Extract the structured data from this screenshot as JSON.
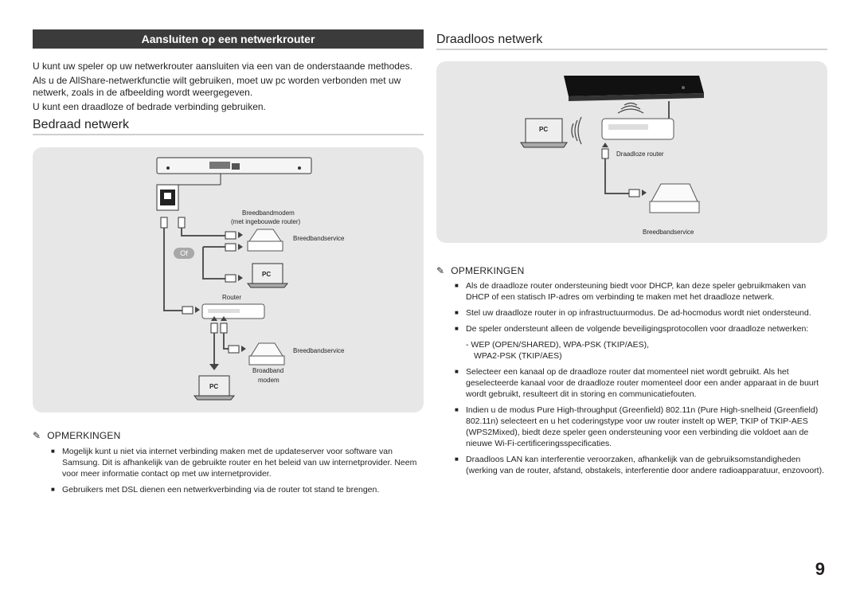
{
  "left": {
    "section_title": "Aansluiten op een netwerkrouter",
    "intro": [
      "U kunt uw speler op uw netwerkrouter aansluiten via een van de onderstaande methodes.",
      "Als u de AllShare-netwerkfunctie wilt gebruiken, moet uw pc worden verbonden met uw netwerk, zoals in de afbeelding wordt weergegeven.",
      "U kunt een draadloze of bedrade verbinding gebruiken."
    ],
    "wired_heading": "Bedraad netwerk",
    "diagram": {
      "modem_label_1": "Breedbandmodem",
      "modem_label_2": "(met ingebouwde router)",
      "service_1": "Breedbandservice",
      "or_badge": "Of",
      "pc_1": "PC",
      "router": "Router",
      "service_2": "Breedbandservice",
      "broadband_1": "Broadband",
      "broadband_2": "modem",
      "pc_2": "PC"
    },
    "notes_title": "OPMERKINGEN",
    "notes": [
      "Mogelijk kunt u niet via internet verbinding maken met de updateserver voor software van Samsung. Dit is afhankelijk van de gebruikte router en het beleid van uw internetprovider. Neem voor meer informatie contact op met uw internetprovider.",
      "Gebruikers met DSL dienen een netwerkverbinding via de router tot stand te brengen."
    ]
  },
  "right": {
    "wireless_heading": "Draadloos netwerk",
    "diagram": {
      "pc": "PC",
      "router": "Draadloze router",
      "service": "Breedbandservice"
    },
    "notes_title": "OPMERKINGEN",
    "notes": [
      "Als de draadloze router ondersteuning biedt voor DHCP, kan deze speler gebruikmaken van DHCP of een statisch IP-adres om verbinding te maken met het draadloze netwerk.",
      "Stel uw draadloze router in op infrastructuurmodus. De ad-hocmodus wordt niet ondersteund.",
      "De speler ondersteunt alleen de volgende beveiligingsprotocollen voor draadloze netwerken:"
    ],
    "protocols_line_1": "- WEP (OPEN/SHARED), WPA-PSK (TKIP/AES),",
    "protocols_line_2": "WPA2-PSK (TKIP/AES)",
    "notes_2": [
      "Selecteer een kanaal op de draadloze router dat momenteel niet wordt gebruikt. Als het geselecteerde kanaal voor de draadloze router momenteel door een ander apparaat in de buurt wordt gebruikt, resulteert dit in storing en communicatiefouten.",
      "Indien u de modus Pure High-throughput (Greenfield) 802.11n (Pure High-snelheid (Greenfield) 802.11n) selecteert en u het coderingstype voor uw router instelt op WEP, TKIP of TKIP-AES (WPS2Mixed), biedt deze speler geen ondersteuning voor een verbinding die voldoet aan de nieuwe Wi-Fi-certificeringsspecificaties.",
      "Draadloos LAN kan interferentie veroorzaken, afhankelijk van de gebruiksomstandigheden (werking van de router, afstand, obstakels, interferentie door andere radioapparatuur, enzovoort)."
    ]
  },
  "page_number": "9",
  "icons": {
    "note": "pencil-icon",
    "bullet": "square-bullet-icon"
  },
  "colors": {
    "section_bar": "#3b3b3b",
    "panel": "#e7e7e7",
    "rule": "#cfcfcf"
  }
}
